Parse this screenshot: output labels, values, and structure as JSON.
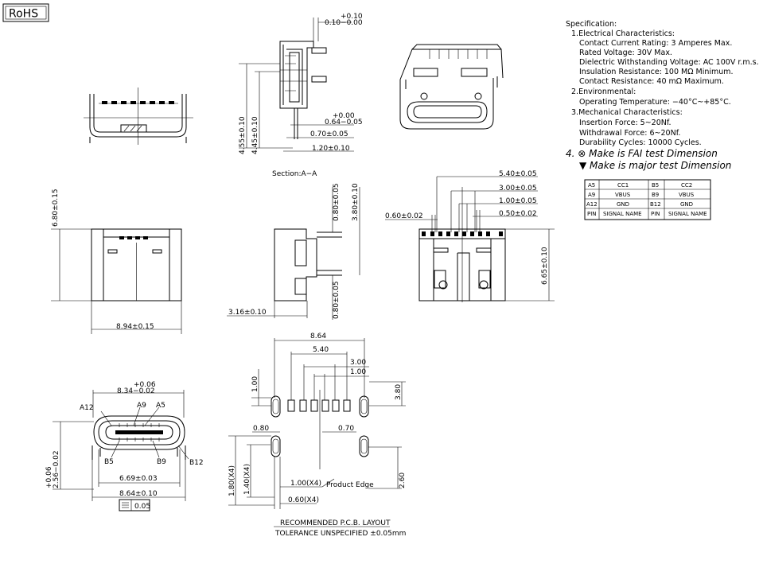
{
  "badge": "RoHS",
  "spec": {
    "title": "Specification:",
    "lines": [
      "1.Electrical Characteristics:",
      "Contact Current Rating: 3 Amperes Max.",
      "Rated Voltage:   30V Max.",
      "Dielectric Withstanding Voltage: AC 100V r.m.s.",
      "Insulation Resistance: 100 MΩ Minimum.",
      "Contact Resistance: 40 mΩ Maximum.",
      "2.Environmental:",
      "Operating Temperature: −40°C~+85°C.",
      "3.Mechanical Characteristics:",
      "Insertion Force: 5~20Nf.",
      "Withdrawal Force: 6~20Nf.",
      "Durability Cycles: 10000 Cycles."
    ],
    "note1": "4. ⊗ Make is FAI test Dimension",
    "note2": "▼ Make is major test Dimension"
  },
  "pin_table": [
    [
      "A5",
      "CC1",
      "B5",
      "CC2"
    ],
    [
      "A9",
      "VBUS",
      "B9",
      "VBUS"
    ],
    [
      "A12",
      "GND",
      "B12",
      "GND"
    ],
    [
      "PIN",
      "SIGNAL NAME",
      "PIN",
      "SIGNAL NAME"
    ]
  ],
  "dims": {
    "top_tol": "+0.10",
    "top_base": "0.10−0.00",
    "d_064_tol": "+0.00",
    "d_064": "0.64−0.05",
    "d_070": "0.70±0.05",
    "d_120": "1.20±0.10",
    "d_455": "4.55±0.10",
    "d_445": "4.45±0.10",
    "section": "Section:A−A",
    "d_540": "5.40±0.05",
    "d_300": "3.00±0.05",
    "d_100": "1.00±0.05",
    "d_050": "0.50±0.02",
    "d_060": "0.60±0.02",
    "d_665": "6.65±0.10",
    "d_680": "6.80±0.15",
    "d_894": "8.94±0.15",
    "d_080a": "0.80±0.05",
    "d_380": "3.80±0.10",
    "d_080b": "0.80±0.05",
    "d_316": "3.16±0.10",
    "p_864": "8.64",
    "p_540": "5.40",
    "p_300": "3.00",
    "p_100": "1.00",
    "p_100v": "1.00",
    "p_380": "3.80",
    "p_080": "0.80",
    "p_070": "0.70",
    "p_180": "1.80(X4)",
    "p_140": "1.40(X4)",
    "p_100x4": "1.00(X4)",
    "p_edge": "Product Edge",
    "p_060x4": "0.60(X4)",
    "p_260": "2.60",
    "pcb_title": "RECOMMENDED  P.C.B.  LAYOUT",
    "tolerance": "TOLERANCE UNSPECIFIED ±0.05mm",
    "f_tol": "+0.06",
    "f_834": "8.34−0.02",
    "f_256_tol": "+0.06",
    "f_256": "2.56−0.02",
    "f_669": "6.69±0.03",
    "f_864": "8.64±0.10",
    "f_flat": "0.05",
    "lbl_a12": "A12",
    "lbl_a9": "A9",
    "lbl_a5": "A5",
    "lbl_b5": "B5",
    "lbl_b9": "B9",
    "lbl_b12": "B12"
  }
}
